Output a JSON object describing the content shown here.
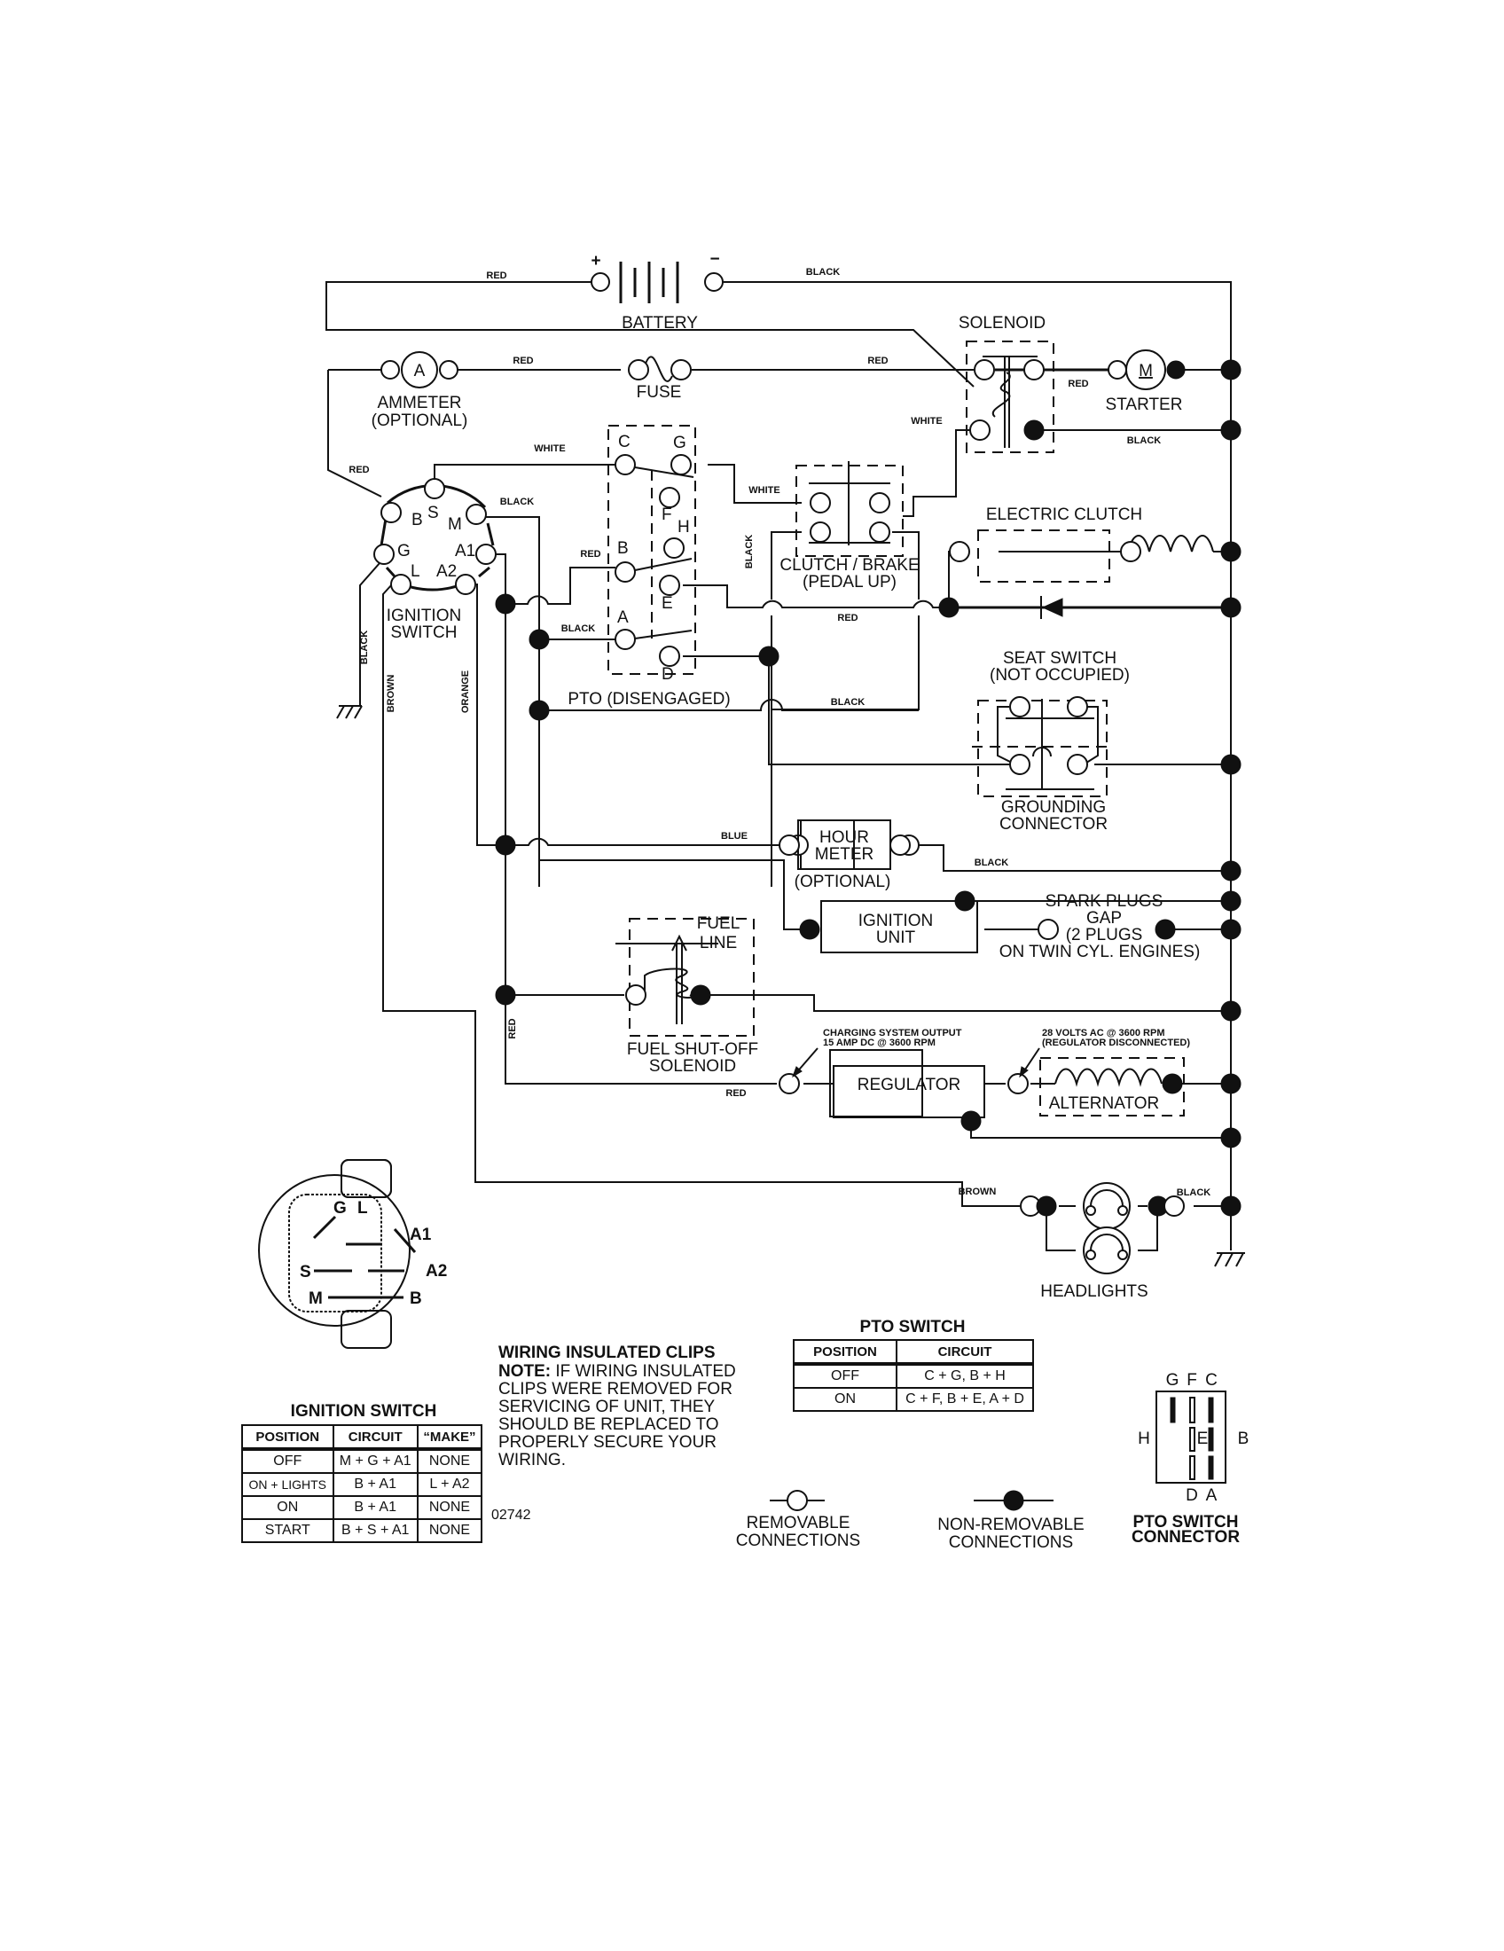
{
  "document_code": "02742",
  "components": {
    "battery": "BATTERY",
    "battery_plus": "+",
    "battery_minus": "−",
    "solenoid": "SOLENOID",
    "ammeter": [
      "AMMETER",
      "(OPTIONAL)"
    ],
    "ammeter_symbol": "A",
    "fuse": "FUSE",
    "starter": "STARTER",
    "starter_symbol": "M",
    "ignition_switch": [
      "IGNITION",
      "SWITCH"
    ],
    "ignition_pins": [
      "B",
      "S",
      "M",
      "G",
      "A1",
      "L",
      "A2"
    ],
    "pto": "PTO (DISENGAGED)",
    "pto_pins": [
      "C",
      "G",
      "F",
      "H",
      "B",
      "E",
      "A",
      "D"
    ],
    "clutch_brake": [
      "CLUTCH / BRAKE",
      "(PEDAL UP)"
    ],
    "electric_clutch": "ELECTRIC CLUTCH",
    "seat_switch": [
      "SEAT SWITCH",
      "(NOT OCCUPIED)"
    ],
    "grounding_connector": [
      "GROUNDING",
      "CONNECTOR"
    ],
    "hour_meter": [
      "HOUR",
      "METER"
    ],
    "hour_meter_note": "(OPTIONAL)",
    "ignition_unit": [
      "IGNITION",
      "UNIT"
    ],
    "spark_plugs": [
      "SPARK PLUGS",
      "GAP",
      "(2 PLUGS",
      "ON TWIN CYL. ENGINES)"
    ],
    "fuel_line": [
      "FUEL",
      "LINE"
    ],
    "fuel_solenoid": [
      "FUEL SHUT-OFF",
      "SOLENOID"
    ],
    "charging_note": [
      "CHARGING SYSTEM OUTPUT",
      "15 AMP DC @ 3600 RPM"
    ],
    "alternator_note": [
      "28 VOLTS AC @ 3600 RPM",
      "(REGULATOR DISCONNECTED)"
    ],
    "regulator": "REGULATOR",
    "alternator": "ALTERNATOR",
    "headlights": "HEADLIGHTS"
  },
  "wire_labels": {
    "red": "RED",
    "black": "BLACK",
    "white": "WHITE",
    "blue": "BLUE",
    "brown": "BROWN",
    "orange": "ORANGE"
  },
  "ignition_face": {
    "labels": [
      "G",
      "L",
      "A1",
      "A2",
      "S",
      "M",
      "B"
    ]
  },
  "ignition_table": {
    "title": "IGNITION SWITCH",
    "headers": [
      "POSITION",
      "CIRCUIT",
      "“MAKE”"
    ],
    "rows": [
      [
        "OFF",
        "M + G + A1",
        "NONE"
      ],
      [
        "ON + LIGHTS",
        "B + A1",
        "L + A2"
      ],
      [
        "ON",
        "B + A1",
        "NONE"
      ],
      [
        "START",
        "B + S + A1",
        "NONE"
      ]
    ]
  },
  "note": {
    "title": "WIRING INSULATED CLIPS",
    "prefix": "NOTE:",
    "body": "IF WIRING INSULATED CLIPS WERE REMOVED FOR SERVICING OF UNIT, THEY SHOULD BE REPLACED TO PROPERLY SECURE YOUR WIRING."
  },
  "pto_table": {
    "title": "PTO SWITCH",
    "headers": [
      "POSITION",
      "CIRCUIT"
    ],
    "rows": [
      [
        "OFF",
        "C + G, B + H"
      ],
      [
        "ON",
        "C + F, B + E, A + D"
      ]
    ]
  },
  "legend": {
    "removable": [
      "REMOVABLE",
      "CONNECTIONS"
    ],
    "non_removable": [
      "NON-REMOVABLE",
      "CONNECTIONS"
    ]
  },
  "pto_connector": {
    "title": [
      "PTO SWITCH",
      "CONNECTOR"
    ],
    "top_labels": [
      "G",
      "F",
      "C"
    ],
    "left_label": "H",
    "right_label": "B",
    "center_label": "E",
    "bottom_labels": [
      "D",
      "A"
    ]
  }
}
